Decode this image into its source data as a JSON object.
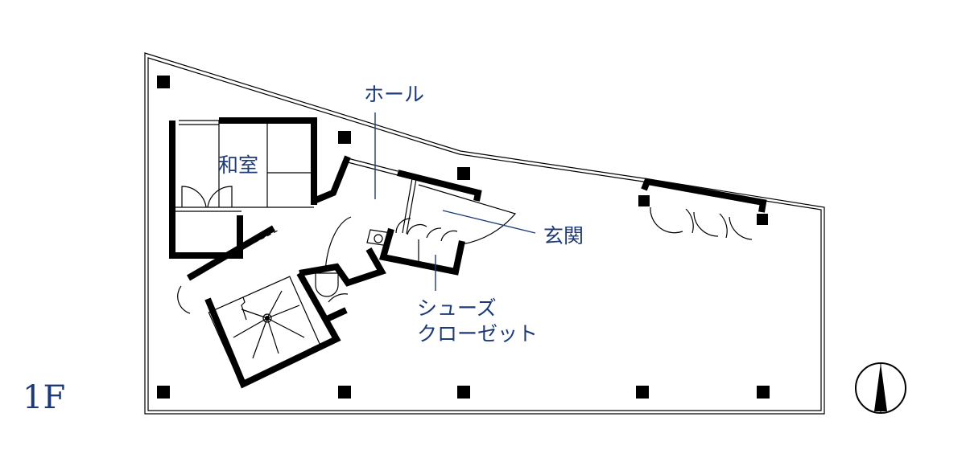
{
  "floor_label": "1F",
  "rooms": {
    "washitsu": "和室",
    "hall": "ホール",
    "entrance": "玄関",
    "shoe_closet_line1": "シューズ",
    "shoe_closet_line2": "クローゼット"
  },
  "icons": {
    "north_arrow": "north-arrow-icon",
    "toilet": "toilet-icon",
    "sink": "sink-icon",
    "spiral_stair": "stair-icon"
  },
  "colors": {
    "label": "#1d3a78",
    "wall": "#000000",
    "background": "#ffffff"
  }
}
